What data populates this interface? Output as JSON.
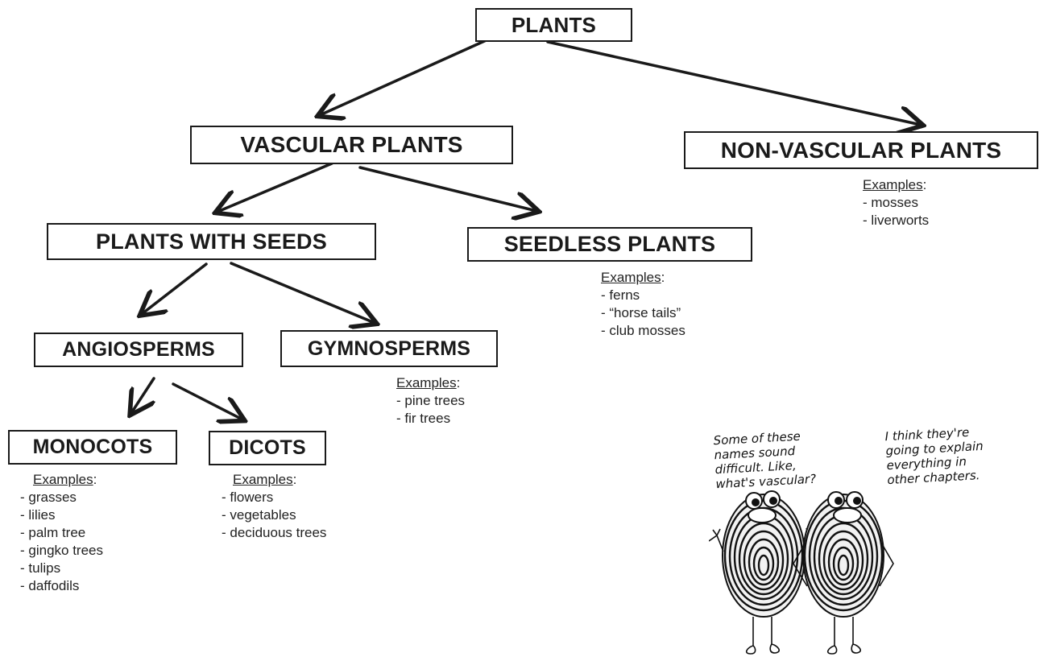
{
  "nodes": {
    "plants": "PLANTS",
    "vascular": "VASCULAR PLANTS",
    "nonvascular": "NON-VASCULAR PLANTS",
    "with_seeds": "PLANTS WITH SEEDS",
    "seedless": "SEEDLESS PLANTS",
    "angiosperms": "ANGIOSPERMS",
    "gymnosperms": "GYMNOSPERMS",
    "monocots": "MONOCOTS",
    "dicots": "DICOTS"
  },
  "examples_label": "Examples",
  "examples": {
    "nonvascular": [
      "mosses",
      "liverworts"
    ],
    "seedless": [
      "ferns",
      "“horse tails”",
      "club mosses"
    ],
    "gymnosperms": [
      "pine trees",
      "fir trees"
    ],
    "monocots": [
      "grasses",
      "lilies",
      "palm tree",
      "gingko trees",
      "tulips",
      "daffodils"
    ],
    "dicots": [
      "flowers",
      "vegetables",
      "deciduous trees"
    ]
  },
  "cartoon": {
    "left_speech": [
      "Some of these",
      "names sound",
      "difficult. Like,",
      "what's vascular?"
    ],
    "right_speech": [
      "I think they're",
      "going to explain",
      "everything in",
      "other chapters."
    ]
  }
}
